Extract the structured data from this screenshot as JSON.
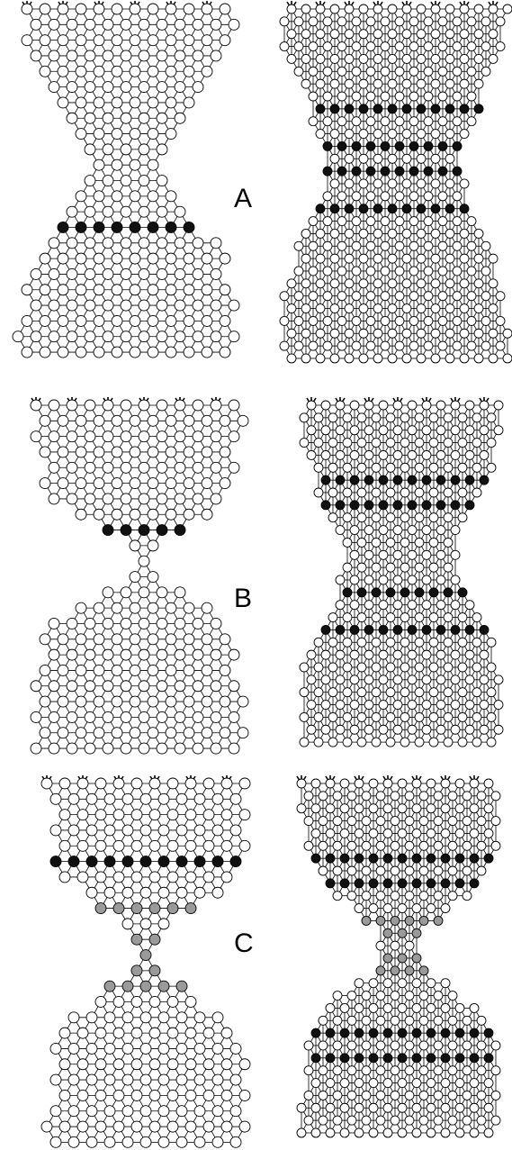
{
  "labels": {
    "a": "A",
    "b": "B",
    "c": "C"
  },
  "colors": {
    "stroke": "#000000",
    "atom_fill": "#ffffff",
    "highlight": "#111111",
    "intermediate": "#9a9a9a"
  },
  "panels": [
    {
      "id": "A",
      "left": "monatomic-nanowire-relaxed",
      "right": "nanowire-with-layered-atoms"
    },
    {
      "id": "B",
      "left": "necking-nanowire",
      "right": "necking-nanowire-layered"
    },
    {
      "id": "C",
      "left": "broken-nanowire-chain",
      "right": "sheared-nanowire-layered"
    }
  ]
}
